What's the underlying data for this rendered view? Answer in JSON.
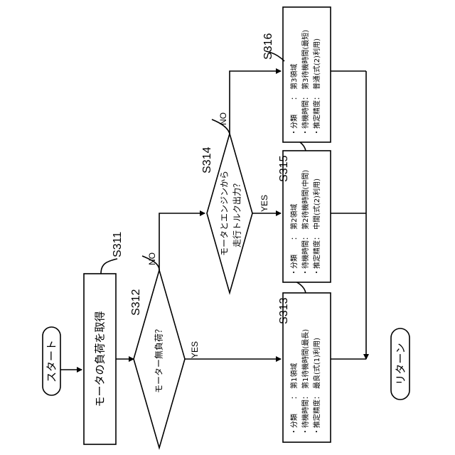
{
  "start_label": "スタート",
  "end_label": "リターン",
  "s311": {
    "id": "S311",
    "text": "モータの負荷を取得"
  },
  "s312": {
    "id": "S312",
    "text": "モーター無負荷？",
    "yes": "YES",
    "no": "NO"
  },
  "s314": {
    "id": "S314",
    "line1": "モータとエンジンから",
    "line2": "走行トルク出力？",
    "yes": "YES",
    "no": "NO"
  },
  "s313": {
    "id": "S313",
    "lines": [
      "・分類　　：　第1領域",
      "・待機時間：　第1待機時間(最長)",
      "・推定精度：　最良(式(1)利用)"
    ]
  },
  "s315": {
    "id": "S315",
    "lines": [
      "・分類　　：　第2領域",
      "・待機時間：　第2待機時間(中間)",
      "・推定精度：　中間(式(2)利用)"
    ]
  },
  "s316": {
    "id": "S316",
    "lines": [
      "・分類　　：　第3領域",
      "・待機時間：　第3待機時間(最短)",
      "・推定精度：　普通(式(2)利用)"
    ]
  }
}
